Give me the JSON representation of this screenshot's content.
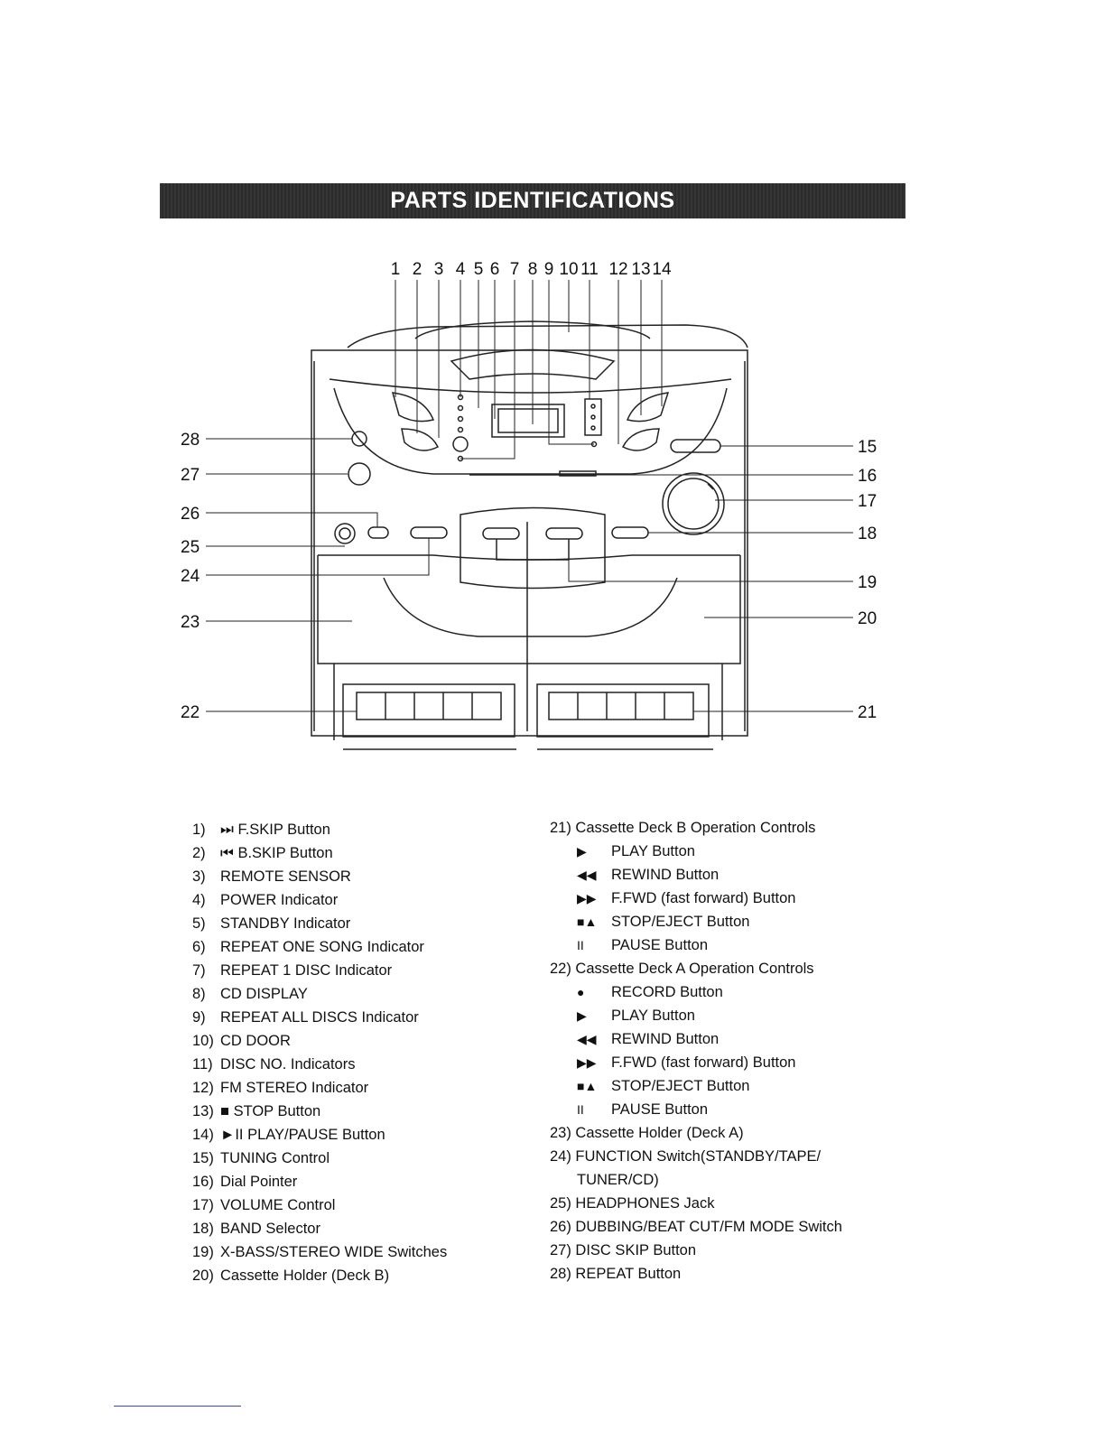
{
  "header": {
    "title": "PARTS IDENTIFICATIONS"
  },
  "diagram": {
    "top_numbers": [
      "1",
      "2",
      "3",
      "4",
      "5",
      "6",
      "7",
      "8",
      "9",
      "10",
      "11",
      "12",
      "13",
      "14"
    ],
    "left_numbers": [
      "28",
      "27",
      "26",
      "25",
      "24",
      "23",
      "22"
    ],
    "right_numbers": [
      "15",
      "16",
      "17",
      "18",
      "19",
      "20",
      "21"
    ]
  },
  "left_list": [
    {
      "num": "1)",
      "sym": "⏭",
      "text": "F.SKIP Button"
    },
    {
      "num": "2)",
      "sym": "⏮",
      "text": "B.SKIP Button"
    },
    {
      "num": "3)",
      "sym": "",
      "text": "REMOTE SENSOR"
    },
    {
      "num": "4)",
      "sym": "",
      "text": "POWER Indicator"
    },
    {
      "num": "5)",
      "sym": "",
      "text": "STANDBY Indicator"
    },
    {
      "num": "6)",
      "sym": "",
      "text": "REPEAT ONE SONG Indicator"
    },
    {
      "num": "7)",
      "sym": "",
      "text": "REPEAT 1 DISC Indicator"
    },
    {
      "num": "8)",
      "sym": "",
      "text": "CD DISPLAY"
    },
    {
      "num": "9)",
      "sym": "",
      "text": "REPEAT ALL DISCS Indicator"
    },
    {
      "num": "10)",
      "sym": "",
      "text": "CD DOOR"
    },
    {
      "num": "11)",
      "sym": "",
      "text": "DISC NO. Indicators"
    },
    {
      "num": "12)",
      "sym": "",
      "text": "FM STEREO Indicator"
    },
    {
      "num": "13)",
      "sym": "■",
      "text": "STOP Button"
    },
    {
      "num": "14)",
      "sym": "►II",
      "text": "PLAY/PAUSE Button"
    },
    {
      "num": "15)",
      "sym": "",
      "text": "TUNING Control"
    },
    {
      "num": "16)",
      "sym": "",
      "text": "Dial Pointer"
    },
    {
      "num": "17)",
      "sym": "",
      "text": "VOLUME Control"
    },
    {
      "num": "18)",
      "sym": "",
      "text": "BAND Selector"
    },
    {
      "num": "19)",
      "sym": "",
      "text": "X-BASS/STEREO WIDE Switches"
    },
    {
      "num": "20)",
      "sym": "",
      "text": "Cassette Holder (Deck B)"
    }
  ],
  "right_list": {
    "deck_b": {
      "title": "21) Cassette Deck B Operation Controls",
      "items": [
        {
          "sym": "▶",
          "text": "PLAY Button"
        },
        {
          "sym": "◀◀",
          "text": "REWIND Button"
        },
        {
          "sym": "▶▶",
          "text": "F.FWD (fast forward) Button"
        },
        {
          "sym": "■▲",
          "text": "STOP/EJECT Button"
        },
        {
          "sym": "II",
          "text": "PAUSE Button"
        }
      ]
    },
    "deck_a": {
      "title": "22) Cassette Deck A Operation Controls",
      "items": [
        {
          "sym": "●",
          "text": "RECORD Button"
        },
        {
          "sym": "▶",
          "text": "PLAY Button"
        },
        {
          "sym": "◀◀",
          "text": "REWIND Button"
        },
        {
          "sym": "▶▶",
          "text": "F.FWD (fast forward) Button"
        },
        {
          "sym": "■▲",
          "text": "STOP/EJECT Button"
        },
        {
          "sym": "II",
          "text": "PAUSE Button"
        }
      ]
    },
    "rest": [
      {
        "text": "23) Cassette Holder (Deck A)"
      },
      {
        "text": "24) FUNCTION Switch(STANDBY/TAPE/"
      },
      {
        "text": "TUNER/CD)",
        "cont": true
      },
      {
        "text": "25) HEADPHONES Jack"
      },
      {
        "text": "26) DUBBING/BEAT CUT/FM MODE Switch"
      },
      {
        "text": "27) DISC SKIP Button"
      },
      {
        "text": "28) REPEAT Button"
      }
    ]
  }
}
